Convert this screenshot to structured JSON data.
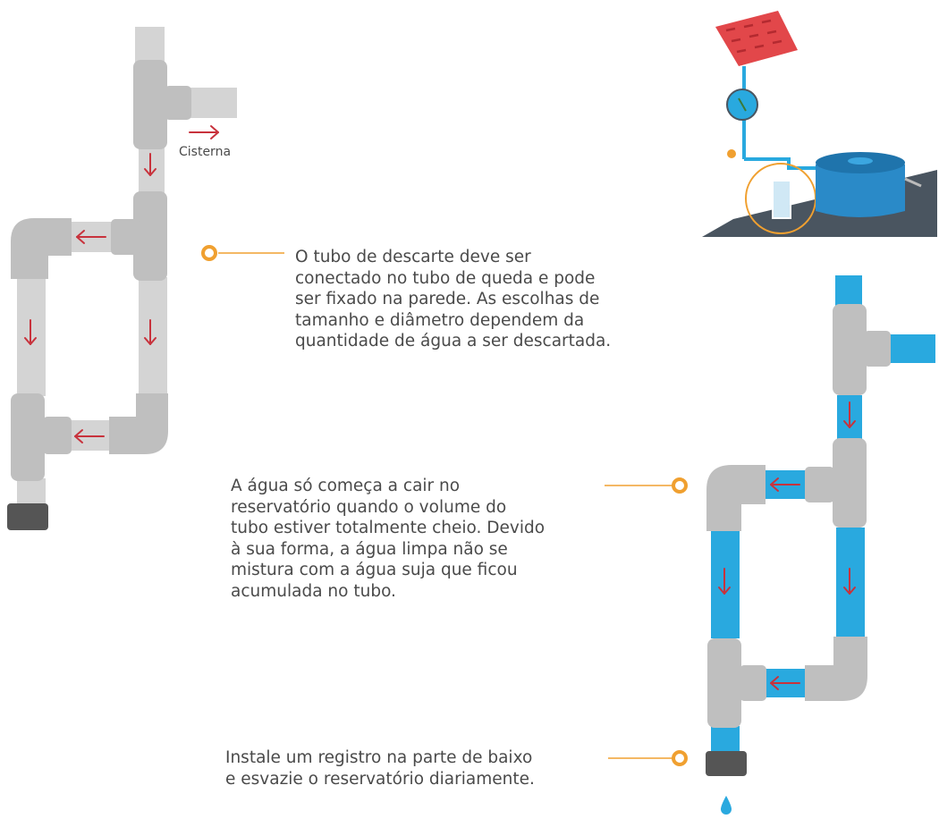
{
  "labels": {
    "cisterna": "Cisterna"
  },
  "callouts": [
    {
      "id": "descarte",
      "text": "O tubo de descarte deve ser\nconectado no tubo de queda e pode\nser fixado na parede. As escolhas de\ntamanho e diâmetro dependem da\nquantidade de água a ser descartada."
    },
    {
      "id": "reservatorio",
      "text": "A água só começa a cair no\nreservatório quando o volume do\ntubo estiver totalmente cheio. Devido\nà sua forma, a água limpa não se\nmistura com a água suja que ficou\nacumulada no tubo."
    },
    {
      "id": "registro",
      "text": "Instale um registro na parte de baixo\ne esvazie o reservatório diariamente."
    }
  ],
  "colors": {
    "pipe_gray": "#cfcfcf",
    "fitting_gray": "#bdbdbd",
    "water_blue": "#29a9df",
    "arrow_red": "#c8323c",
    "accent_orange": "#f0a030",
    "cap_dark": "#4f4f4f",
    "roof_red": "#e2474a",
    "ground": "#4a5560"
  }
}
